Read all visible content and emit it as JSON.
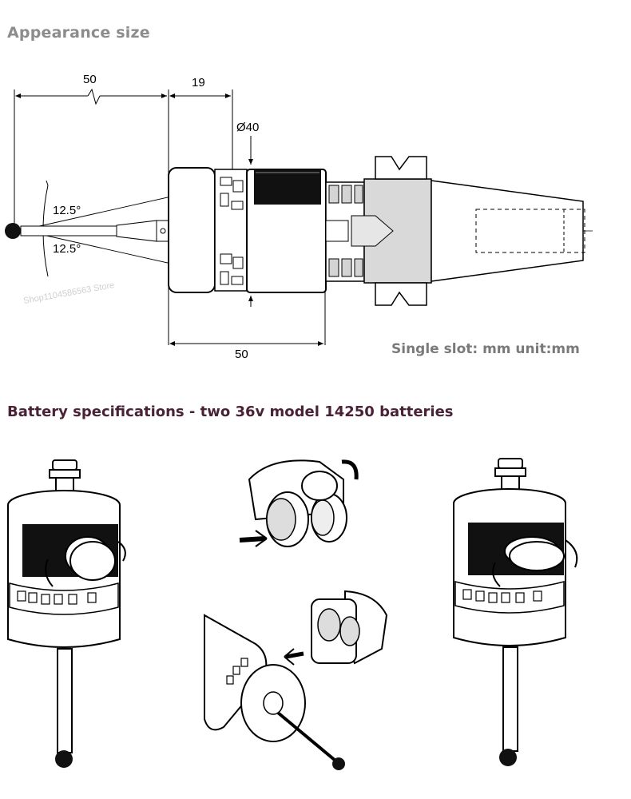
{
  "headings": {
    "appearance": "Appearance size",
    "battery": "Battery specifications - two 36v model 14250 batteries"
  },
  "units_note": "Single slot: mm unit:mm",
  "dimensions": {
    "stylus_length": "50",
    "body_offset": "19",
    "diameter": "Ø40",
    "angle_top": "12.5°",
    "angle_bottom": "12.5°",
    "body_length": "50"
  },
  "watermark": "Shop1104586563 Store",
  "colors": {
    "heading_gray": "#8c8c8c",
    "heading_purple": "#4a2236",
    "note_gray": "#7a7a7a"
  }
}
